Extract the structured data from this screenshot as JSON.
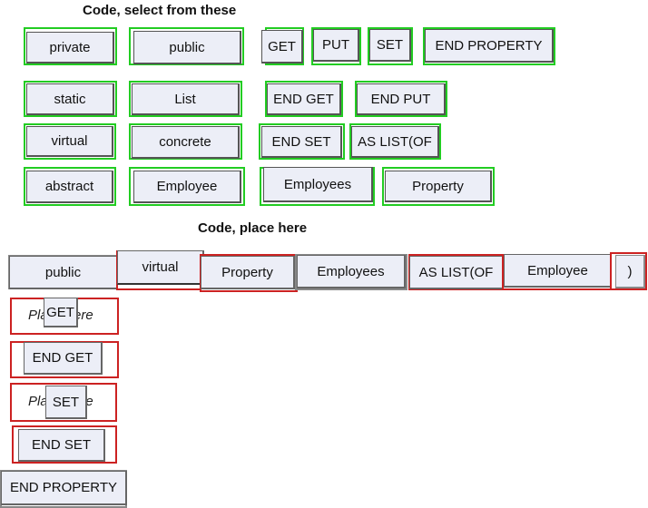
{
  "headings": {
    "select": "Code, select from these",
    "place": "Code, place here"
  },
  "source_tokens": [
    "private",
    "public",
    "GET",
    "PUT",
    "SET",
    "END PROPERTY",
    "static",
    "List",
    "END GET",
    "END PUT",
    "virtual",
    "concrete",
    "END SET",
    "AS LIST(OF",
    "abstract",
    "Employee",
    "Employees",
    "Property"
  ],
  "placed_line": [
    "public",
    "virtual",
    "Property",
    "Employees",
    "AS LIST(OF",
    "Employee"
  ],
  "closing_paren": ")",
  "placeholder": "Place here",
  "placed_column": [
    "GET",
    "END GET",
    "SET",
    "END SET",
    "END PROPERTY"
  ],
  "colors": {
    "source_border": "#22cc22",
    "target_border": "#cc2222",
    "tile_fill": "#eceef7"
  }
}
